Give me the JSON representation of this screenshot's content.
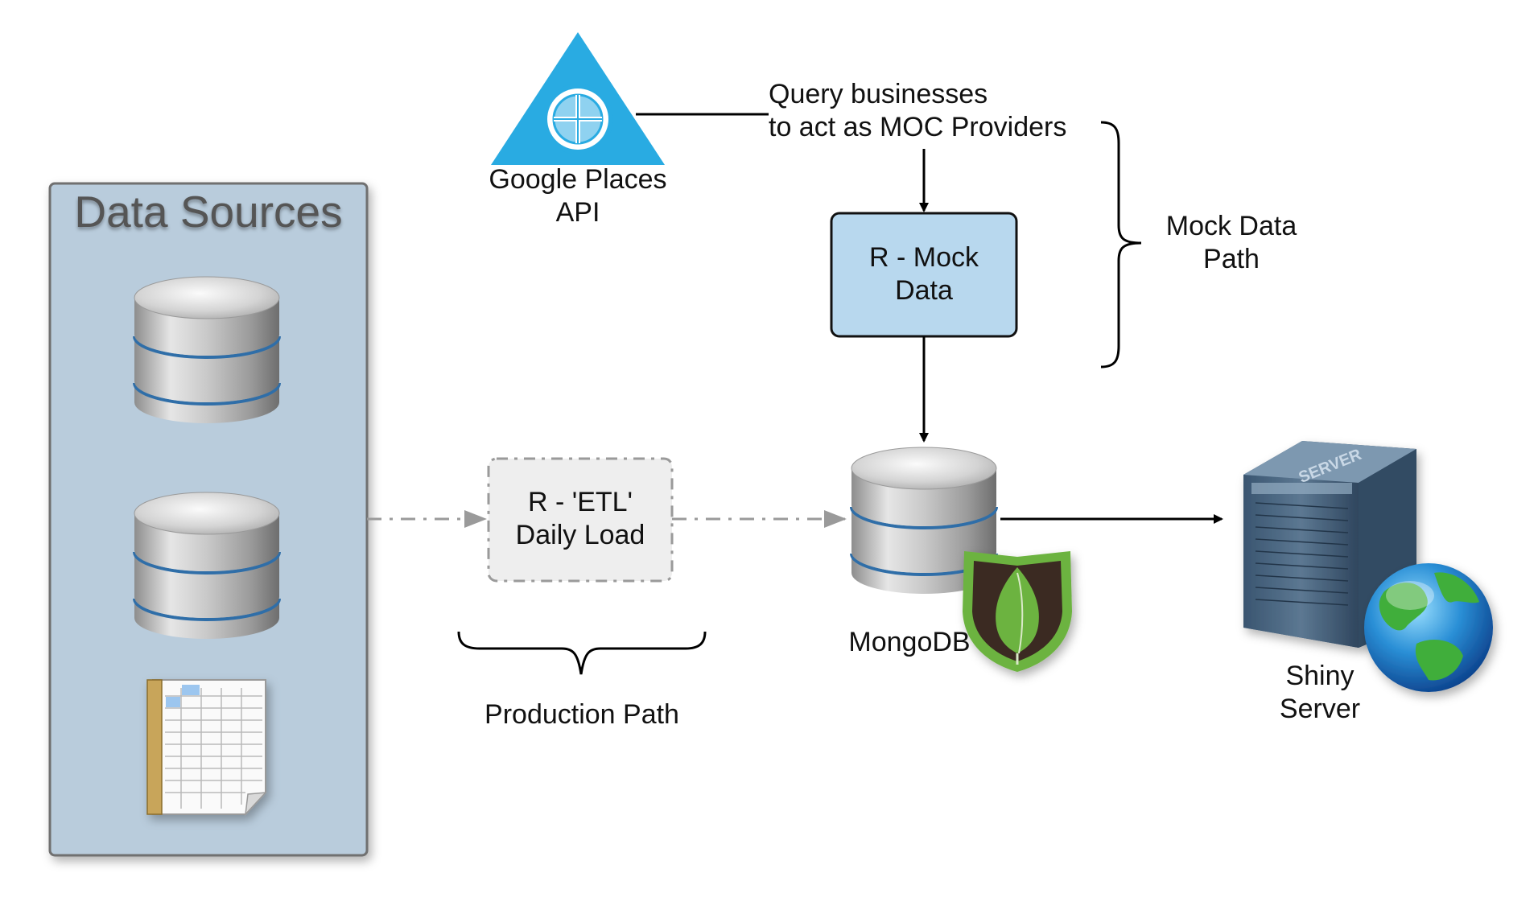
{
  "data_sources": {
    "title": "Data Sources"
  },
  "google_places": {
    "label_line1": "Google Places",
    "label_line2": "API"
  },
  "query_note": {
    "line1": "Query businesses",
    "line2": "to act as MOC Providers"
  },
  "mock_box": {
    "line1": "R - Mock",
    "line2": "Data"
  },
  "mock_path": {
    "line1": "Mock Data",
    "line2": "Path"
  },
  "etl_box": {
    "line1": "R - 'ETL'",
    "line2": "Daily Load"
  },
  "production_path": {
    "label": "Production Path"
  },
  "mongodb": {
    "label": "MongoDB"
  },
  "shiny": {
    "line1": "Shiny",
    "line2": "Server",
    "server_badge": "SERVER"
  },
  "colors": {
    "panel_fill": "#b9ccdc",
    "panel_border": "#6f6f6f",
    "google_blue": "#29abe2",
    "mock_box_fill": "#b8d8ee",
    "etl_box_fill": "#eeeeee",
    "mongo_green": "#6cb33f",
    "mongo_dark": "#3b2c20",
    "db_ring": "#2f6ea8"
  },
  "icons": [
    "database-icon",
    "spreadsheet-icon",
    "google-places-icon",
    "mongodb-leaf-icon",
    "server-icon",
    "globe-icon"
  ]
}
